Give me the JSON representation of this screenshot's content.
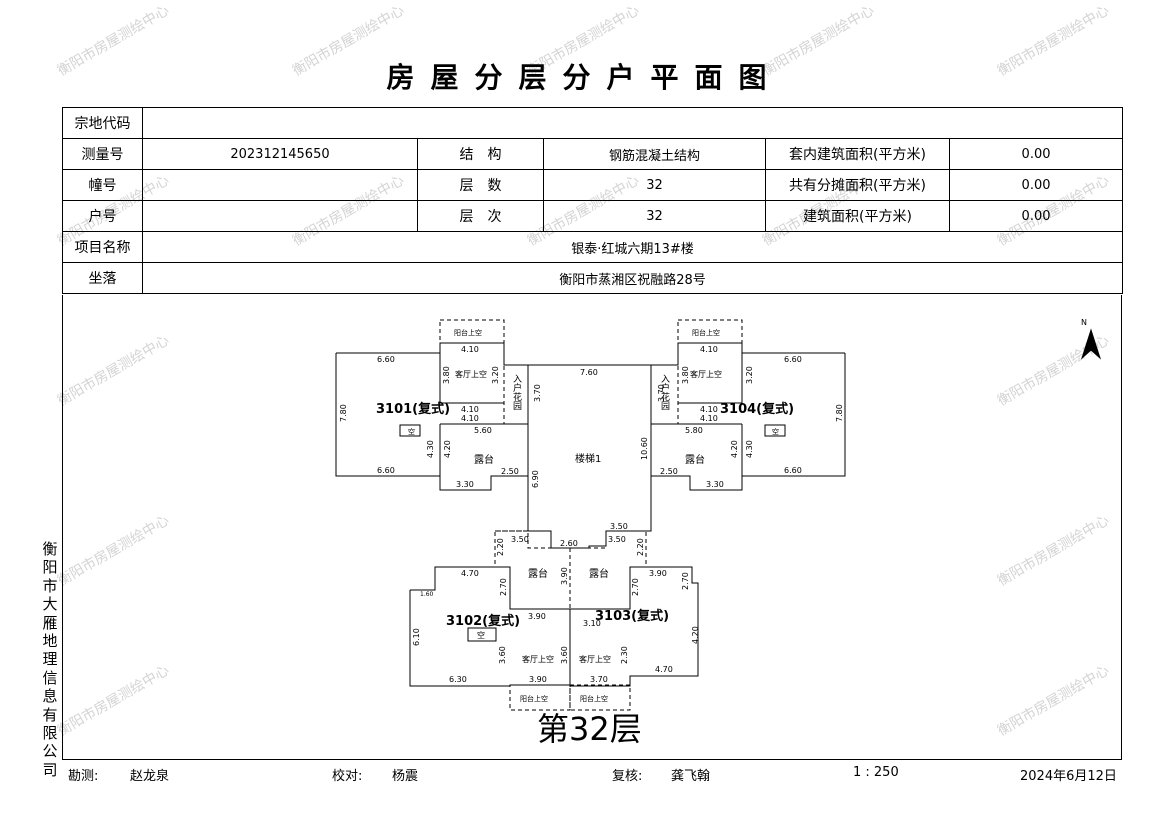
{
  "title": "房屋分层分户平面图",
  "info": {
    "parcel_code_label": "宗地代码",
    "parcel_code": "",
    "survey_no_label": "测量号",
    "survey_no": "202312145650",
    "structure_label": "结　构",
    "structure": "钢筋混凝土结构",
    "inner_area_label": "套内建筑面积(平方米)",
    "inner_area": "0.00",
    "building_no_label": "幢号",
    "building_no": "",
    "floors_label": "层　数",
    "floors": "32",
    "shared_area_label": "共有分摊面积(平方米)",
    "shared_area": "0.00",
    "unit_no_label": "户号",
    "unit_no": "",
    "floor_level_label": "层　次",
    "floor_level": "32",
    "build_area_label": "建筑面积(平方米)",
    "build_area": "0.00",
    "project_label": "项目名称",
    "project": "银泰·红城六期13#楼",
    "location_label": "坐落",
    "location": "衡阳市蒸湘区祝融路28号"
  },
  "plan": {
    "floor_label": "第32层",
    "north": "N",
    "units": {
      "u3101": "3101(复式)",
      "u3104": "3104(复式)",
      "u3102": "3102(复式)",
      "u3103": "3103(复式)"
    },
    "rooms": {
      "stair": "楼梯1",
      "terrace": "露台",
      "void_living": "客厅上空",
      "void_balcony": "阳台上空",
      "void": "空",
      "entry": "入户花园"
    },
    "dims": {
      "d660": "6.60",
      "d410": "4.10",
      "d380": "3.80",
      "d320": "3.20",
      "d780": "7.80",
      "d560": "5.60",
      "d580": "5.80",
      "d430": "4.30",
      "d420": "4.20",
      "d250": "2.50",
      "d330": "3.30",
      "d370": "3.70",
      "d760": "7.60",
      "d690": "6.90",
      "d1060": "10.60",
      "d350": "3.50",
      "d260": "2.60",
      "d220": "2.20",
      "d470": "4.70",
      "d390": "3.90",
      "d270": "2.70",
      "d610": "6.10",
      "d630": "6.30",
      "d160": "1.60",
      "d360": "3.60",
      "d310": "3.10",
      "d230": "2.30"
    }
  },
  "side_text": "衡阳市大雁地理信息有限公司",
  "footer": {
    "surveyor_label": "勘测:",
    "surveyor": "赵龙泉",
    "checker_label": "校对:",
    "checker": "杨震",
    "reviewer_label": "复核:",
    "reviewer": "龚飞翰",
    "scale": "1 : 250",
    "date": "2024年6月12日"
  },
  "watermark": "衡阳市房屋测绘中心"
}
